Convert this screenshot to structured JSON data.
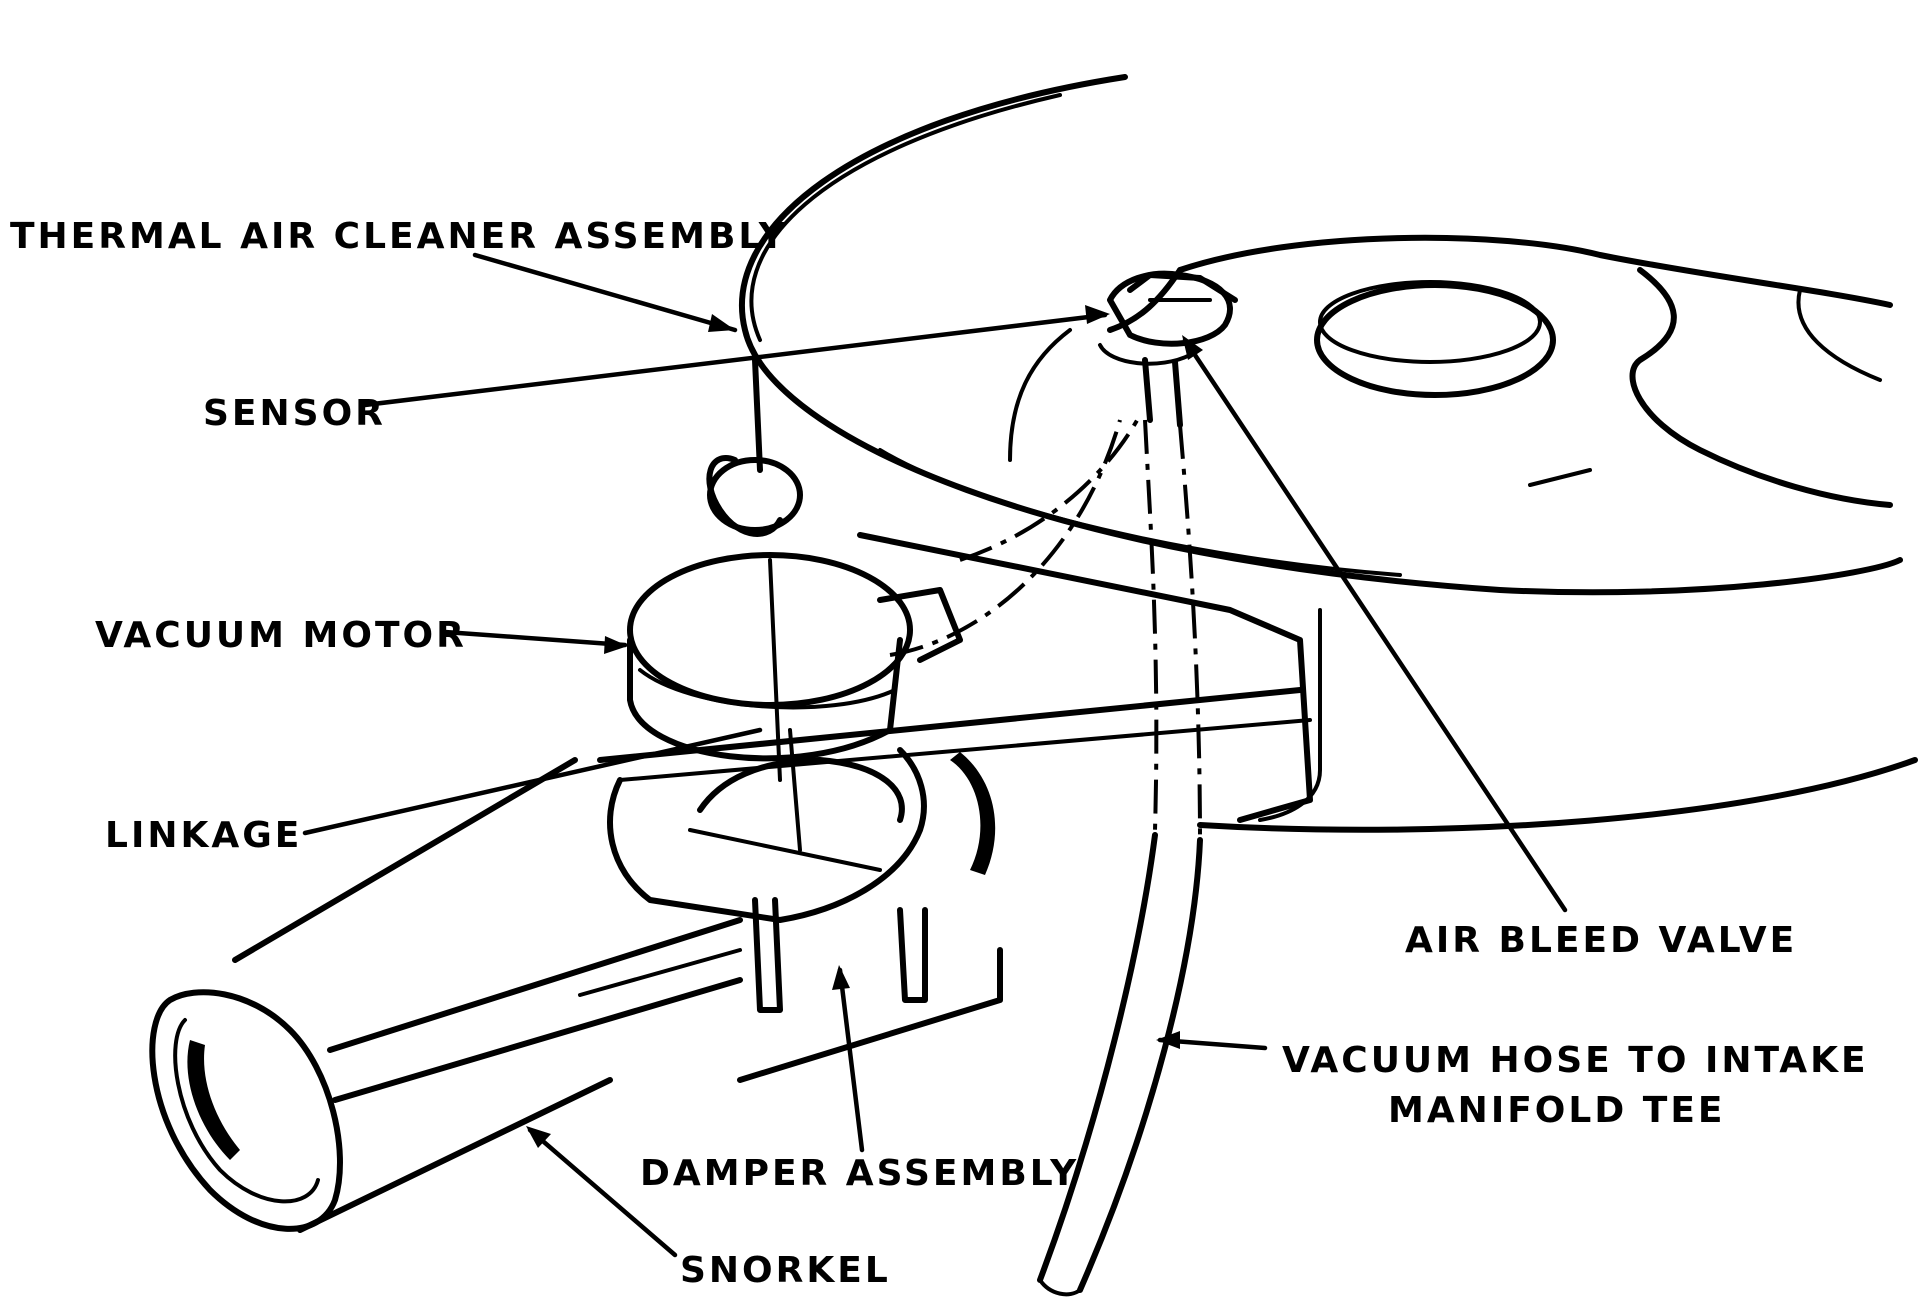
{
  "diagram": {
    "labels": {
      "thermal_air_cleaner": "THERMAL AIR CLEANER ASSEMBLY",
      "sensor": "SENSOR",
      "vacuum_motor": "VACUUM MOTOR",
      "linkage": "LINKAGE",
      "air_bleed_valve": "AIR BLEED VALVE",
      "vacuum_hose_line1": "VACUUM HOSE TO INTAKE",
      "vacuum_hose_line2": "MANIFOLD TEE",
      "damper_assembly": "DAMPER ASSEMBLY",
      "snorkel": "SNORKEL"
    },
    "ink_color": "#000000",
    "background_color": "#ffffff"
  }
}
